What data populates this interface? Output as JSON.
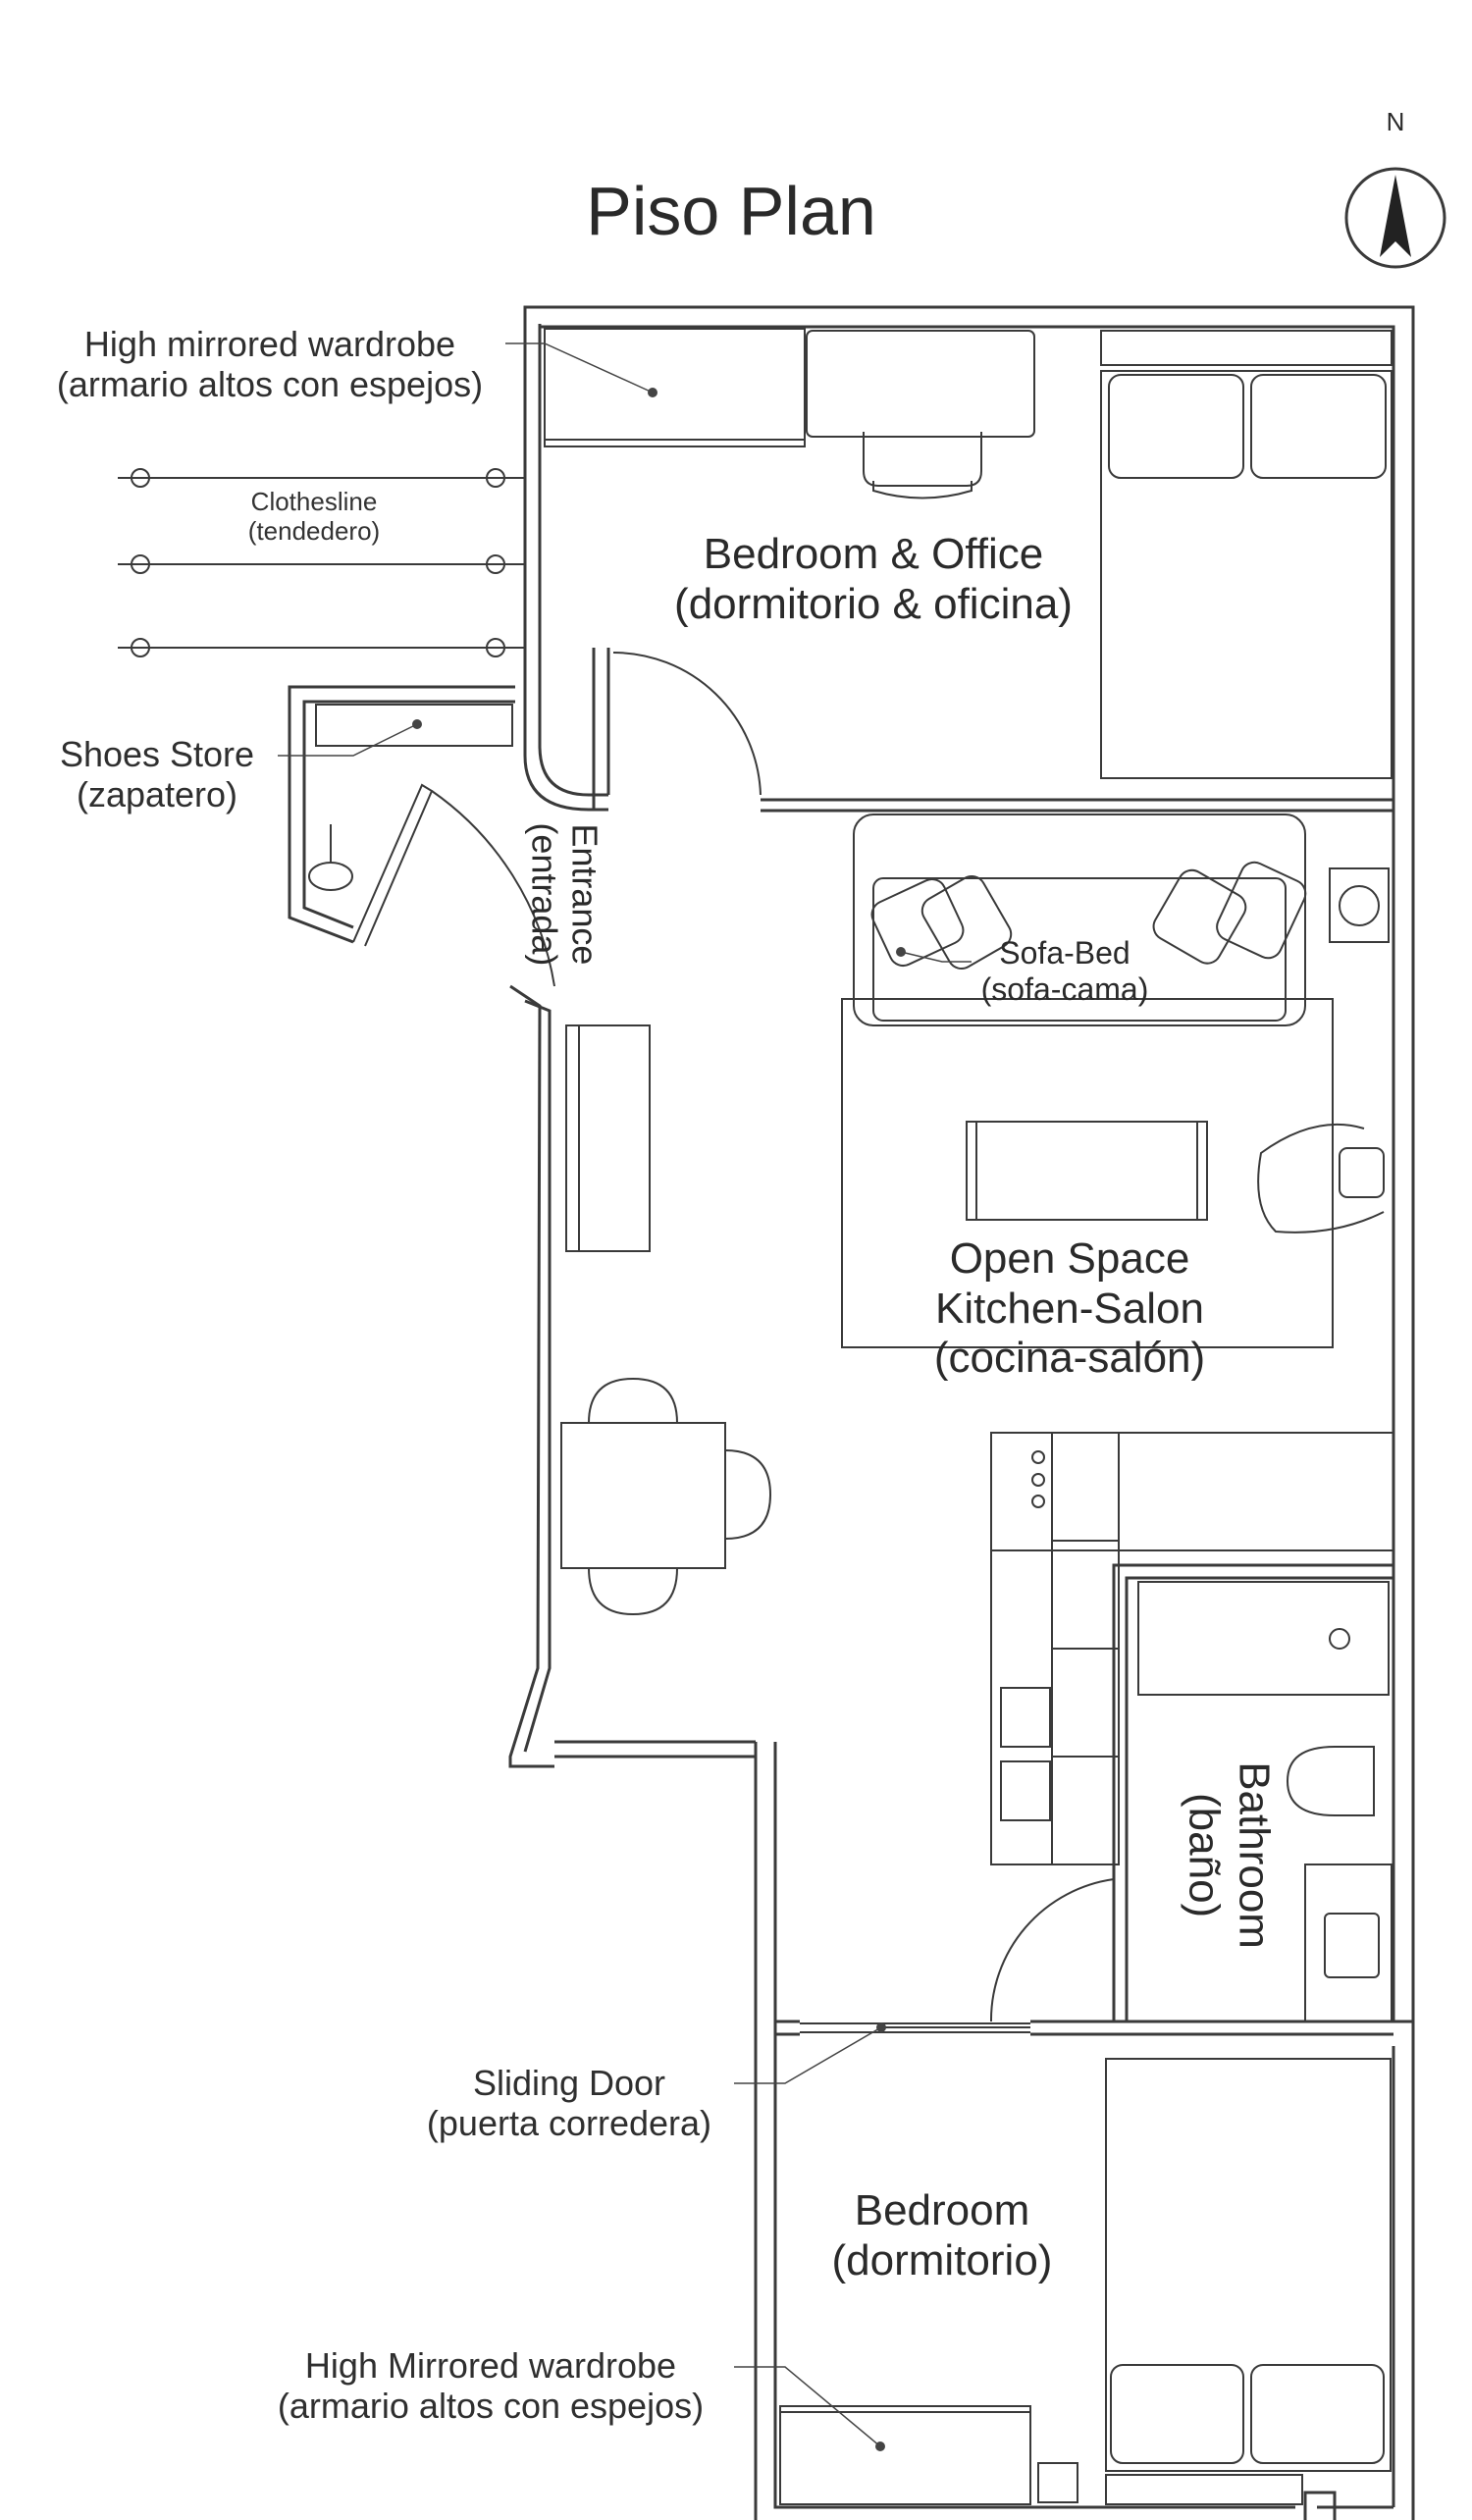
{
  "title": "Piso Plan",
  "compass": {
    "letter": "N"
  },
  "rooms": {
    "bedroom_office": {
      "line1": "Bedroom & Office",
      "line2": "(dormitorio & oficina)"
    },
    "open_space": {
      "line1": "Open Space",
      "line2": "Kitchen-Salon",
      "line3": "(cocina-salón)"
    },
    "bathroom": {
      "line1": "Bathroom",
      "line2": "(baño)"
    },
    "bedroom": {
      "line1": "Bedroom",
      "line2": "(dormitorio)"
    },
    "entrance": {
      "line1": "Entrance",
      "line2": "(entrada)"
    }
  },
  "callouts": {
    "wardrobe_top": {
      "line1": "High mirrored wardrobe",
      "line2": "(armario altos con espejos)"
    },
    "clothesline": {
      "line1": "Clothesline",
      "line2": "(tendedero)"
    },
    "shoes": {
      "line1": "Shoes Store",
      "line2": "(zapatero)"
    },
    "sofa": {
      "line1": "Sofa-Bed",
      "line2": "(sofa-cama)"
    },
    "sliding_door": {
      "line1": "Sliding Door",
      "line2": "(puerta corredera)"
    },
    "wardrobe_bottom": {
      "line1": "High Mirrored wardrobe",
      "line2": "(armario altos con espejos)"
    }
  },
  "colors": {
    "wall": "#3a3a3a",
    "furniture": "#555555",
    "background": "#ffffff"
  }
}
